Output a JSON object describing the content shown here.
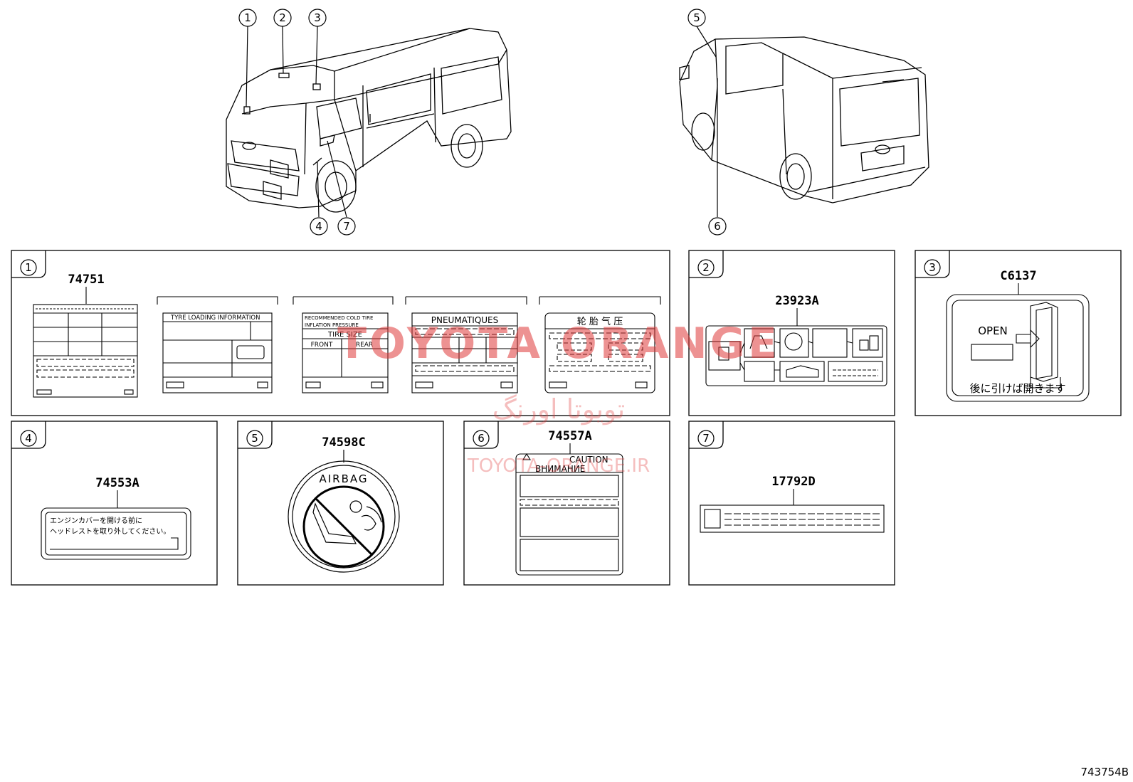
{
  "callouts": [
    "1",
    "2",
    "3",
    "4",
    "5",
    "6",
    "7"
  ],
  "panels": [
    {
      "num": "1",
      "part": "74751"
    },
    {
      "num": "2",
      "part": "23923A"
    },
    {
      "num": "3",
      "part": "C6137"
    },
    {
      "num": "4",
      "part": "74553A"
    },
    {
      "num": "5",
      "part": "74598C"
    },
    {
      "num": "6",
      "part": "74557A"
    },
    {
      "num": "7",
      "part": "17792D"
    }
  ],
  "label_texts": {
    "tyre_loading": "TYRE LOADING INFORMATION",
    "recommended": "RECOMMENDED COLD TIRE",
    "inflation": "INFLATION PRESSURE",
    "tire_size": "TIRE SIZE",
    "front": "FRONT",
    "rear": "REAR",
    "pneumatiques": "PNEUMATIQUES",
    "chinese_tire": "轮 胎 气 压",
    "open": "OPEN",
    "jp_open": "後に引けば開きます",
    "jp_engine_1": "エンジンカバーを開ける前に",
    "jp_engine_2": "ヘッドレストを取り外してください。",
    "airbag": "AIRBAG",
    "caution": "CAUTION",
    "vnimanie": "ВНИМАНИЕ"
  },
  "watermarks": {
    "main": "TOYOTA ORANGE",
    "farsi": "تویوتا اورنگ",
    "site": "TOYOTA-ORANGE.IR"
  },
  "diagram_id": "743754B"
}
